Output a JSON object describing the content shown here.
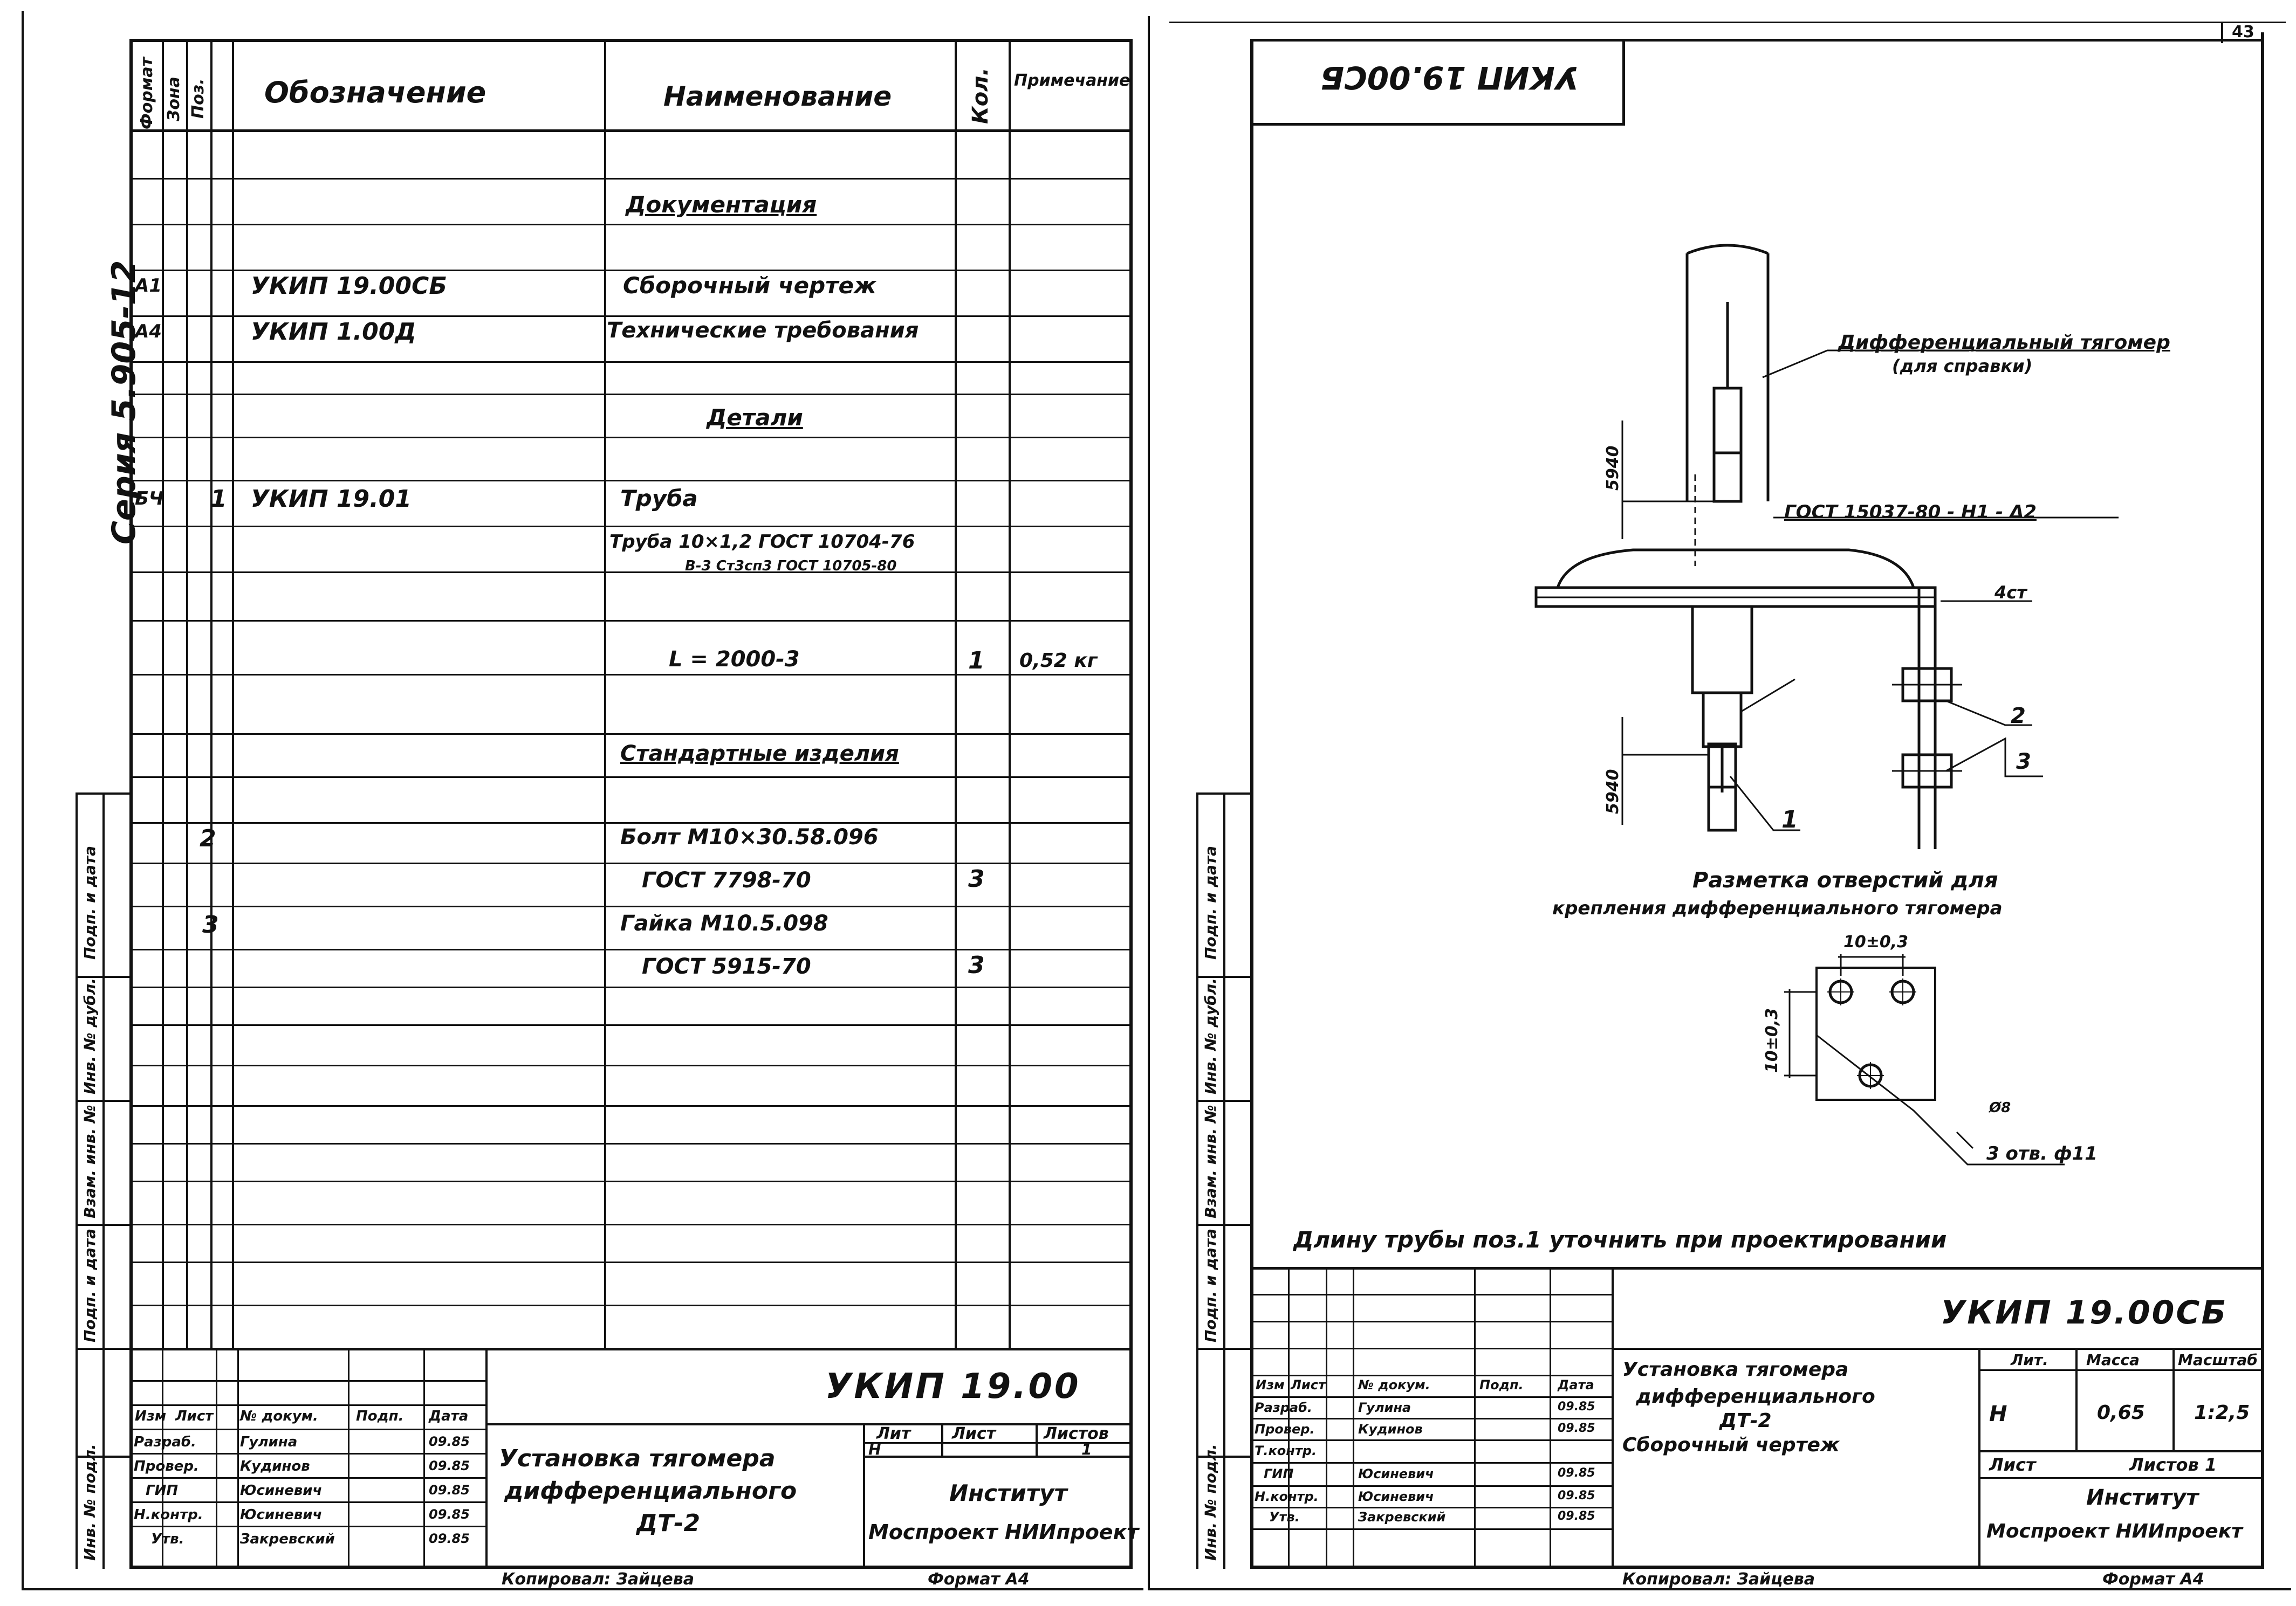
{
  "sheet_number": "43",
  "left_sheet": {
    "header": {
      "format": "Формат",
      "zone": "Зона",
      "pos": "Поз.",
      "designation": "Обозначение",
      "name": "Наименование",
      "qty": "Кол.",
      "note": "Примечание"
    },
    "series_label": "Серия 5.905-12",
    "rows": [
      {
        "format": "",
        "pos": "",
        "designation": "",
        "name": "Документация",
        "qty": "",
        "note": ""
      },
      {
        "format": "А1",
        "pos": "",
        "designation": "УКИП 19.00СБ",
        "name": "Сборочный чертеж",
        "qty": "",
        "note": ""
      },
      {
        "format": "А4",
        "pos": "",
        "designation": "УКИП 1.00Д",
        "name": "Технические требования",
        "qty": "",
        "note": ""
      },
      {
        "format": "",
        "pos": "",
        "designation": "",
        "name": "Детали",
        "qty": "",
        "note": ""
      },
      {
        "format": "БЧ",
        "pos": "1",
        "designation": "УКИП 19.01",
        "name": "Труба",
        "qty": "",
        "note": ""
      },
      {
        "format": "",
        "pos": "",
        "designation": "",
        "name": "Труба 10×1,2 ГОСТ 10704-76",
        "qty": "",
        "note": ""
      },
      {
        "format": "",
        "pos": "",
        "designation": "",
        "name": "В-3 Ст3сп3 ГОСТ 10705-80",
        "qty": "",
        "note": ""
      },
      {
        "format": "",
        "pos": "",
        "designation": "",
        "name": "L = 2000-3",
        "qty": "1",
        "note": "0,52 кг"
      },
      {
        "format": "",
        "pos": "",
        "designation": "",
        "name": "Стандартные изделия",
        "qty": "",
        "note": ""
      },
      {
        "format": "",
        "pos": "2",
        "designation": "",
        "name": "Болт М10×30.58.096",
        "qty": "",
        "note": ""
      },
      {
        "format": "",
        "pos": "",
        "designation": "",
        "name": "ГОСТ 7798-70",
        "qty": "3",
        "note": ""
      },
      {
        "format": "",
        "pos": "3",
        "designation": "",
        "name": "Гайка М10.5.098",
        "qty": "",
        "note": ""
      },
      {
        "format": "",
        "pos": "",
        "designation": "",
        "name": "ГОСТ 5915-70",
        "qty": "3",
        "note": ""
      }
    ],
    "side_stamp": {
      "a": "Подп. и дата",
      "b": "Инв. № дубл.",
      "c": "Взам. инв. №",
      "d": "Подп. и дата",
      "e": "Инв. № подл."
    },
    "title_block": {
      "doc_code": "УКИП 19.00",
      "cols": {
        "izm": "Изм",
        "list": "Лист",
        "doc": "№ докум.",
        "sign": "Подп.",
        "date": "Дата"
      },
      "people": [
        {
          "role": "Разраб.",
          "name": "Гулина",
          "sign": "",
          "date": "09.85"
        },
        {
          "role": "Провер.",
          "name": "Кудинов",
          "sign": "",
          "date": "09.85"
        },
        {
          "role": "ГИП",
          "name": "Юсиневич",
          "sign": "",
          "date": "09.85"
        },
        {
          "role": "Н.контр.",
          "name": "Юсиневич",
          "sign": "",
          "date": "09.85"
        },
        {
          "role": "Утв.",
          "name": "Закревский",
          "sign": "",
          "date": "09.85"
        }
      ],
      "title_lines": [
        "Установка тягомера",
        "дифференциального",
        "ДТ-2"
      ],
      "lit": "Лит",
      "sheet": "Лист",
      "sheets": "Листов",
      "lit_value": "Н",
      "sheets_value": "1",
      "org_1": "Институт",
      "org_2": "Моспроект НИИпроект"
    },
    "footer": {
      "copied": "Копировал: Зайцева",
      "format": "Формат А4"
    }
  },
  "right_sheet": {
    "rotated_code": "УКИП 19.00СБ",
    "labels": {
      "gauge": "Дифференциальный тягомер",
      "gauge_note": "(для справки)",
      "standard_ref": "ГОСТ 15037-80 - Н1 - Δ2",
      "dim_left_top": "5940",
      "dim_left_bot": "5940",
      "pos_4": "4ст",
      "pos_1": "1",
      "pos_2": "2",
      "pos_3": "3",
      "marking_1": "Разметка отверстий для",
      "marking_2": "крепления дифференциального тягомера",
      "dim_top": "10±0,3",
      "dim_side": "10±0,3",
      "holes": "3 отв. ф11",
      "holes_n": "Ø8"
    },
    "note": "Длину трубы поз.1 уточнить при проектировании",
    "title_block": {
      "doc_code": "УКИП 19.00СБ",
      "cols": {
        "izm": "Изм",
        "list": "Лист",
        "doc": "№ докум.",
        "sign": "Подп.",
        "date": "Дата"
      },
      "people": [
        {
          "role": "Разраб.",
          "name": "Гулина",
          "date": "09.85"
        },
        {
          "role": "Провер.",
          "name": "Кудинов",
          "date": "09.85"
        },
        {
          "role": "Т.контр.",
          "name": "",
          "date": ""
        },
        {
          "role": "ГИП",
          "name": "Юсиневич",
          "date": "09.85"
        },
        {
          "role": "Н.контр.",
          "name": "Юсиневич",
          "date": "09.85"
        },
        {
          "role": "Утв.",
          "name": "Закревский",
          "date": "09.85"
        }
      ],
      "title_lines": [
        "Установка тягомера",
        "дифференциального",
        "ДТ-2",
        "Сборочный чертеж"
      ],
      "lit": "Лит.",
      "mass": "Масса",
      "scale": "Масштаб",
      "lit_value": "Н",
      "mass_value": "0,65",
      "scale_value": "1:2,5",
      "sheet": "Лист",
      "sheets": "Листов 1",
      "org_1": "Институт",
      "org_2": "Моспроект НИИпроект"
    },
    "footer": {
      "copied": "Копировал: Зайцева",
      "format": "Формат А4"
    }
  }
}
